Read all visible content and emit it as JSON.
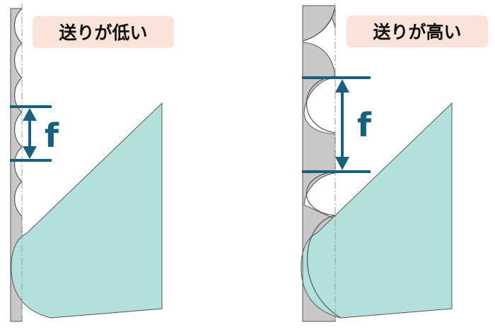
{
  "colors": {
    "workpiece_gray": "#c8c8c8",
    "tool_fill": "#b2e0dd",
    "dimension": "#19607f",
    "label_bg": "#fae3d8",
    "outline": "#555555",
    "centerline": "#9a9a9a"
  },
  "panels": [
    {
      "label": "送りが低い",
      "dimension_label": "f"
    },
    {
      "label": "送りが高い",
      "dimension_label": "f"
    }
  ]
}
